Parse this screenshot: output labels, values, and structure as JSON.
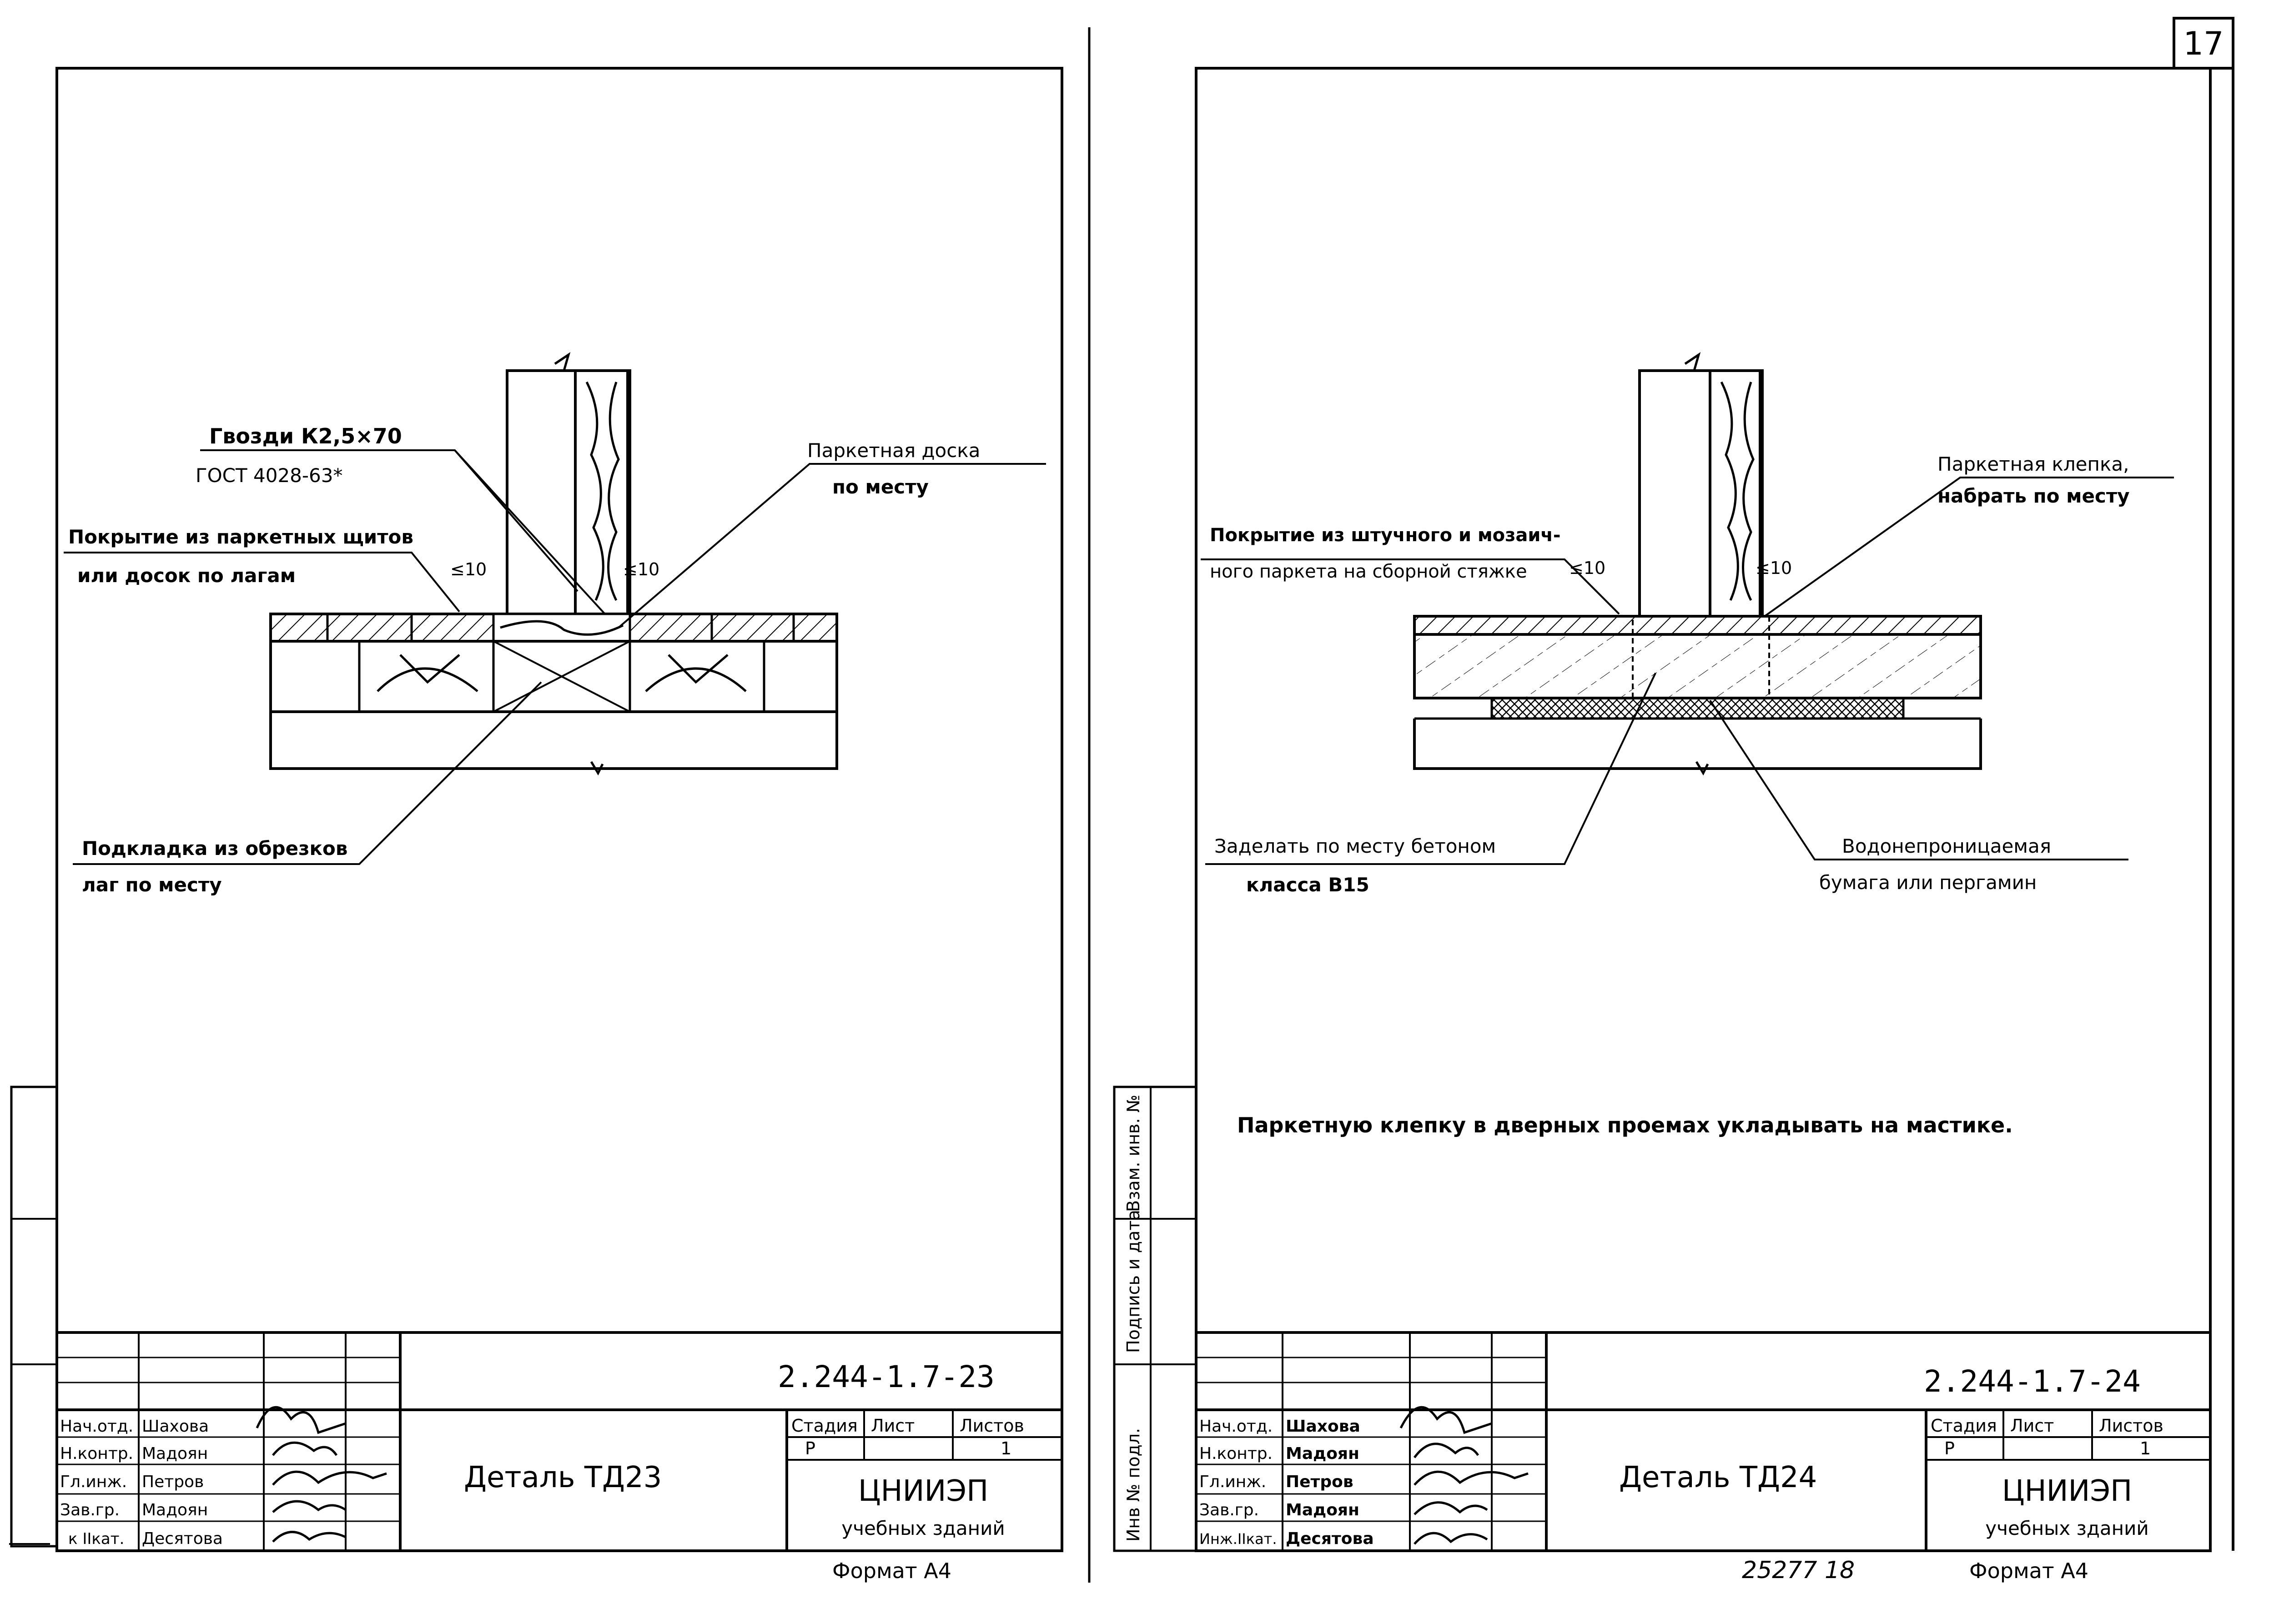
{
  "page_number": "17",
  "bottom_number": "25277   18",
  "left_sheet": {
    "labels": {
      "nails": "Гвозди К2,5×70",
      "gost": "ГОСТ 4028-63*",
      "parquet_board": "Паркетная доска",
      "in_place": "по месту",
      "cover_1": "Покрытие из паркетных щитов",
      "cover_2": "или досок по лагам",
      "gap_1": "≤10",
      "gap_2": "≤10",
      "pad_1": "Подкладка из обрезков",
      "pad_2": "лаг по месту"
    },
    "title_block": {
      "code": "2.244-1.7-23",
      "title": "Деталь ТД23",
      "stage_header": "Стадия",
      "sheet_header": "Лист",
      "sheets_header": "Листов",
      "stage": "Р",
      "sheets": "1",
      "org_1": "ЦНИИЭП",
      "org_2": "учебных зданий",
      "format": "Формат А4",
      "rows": [
        {
          "role": "Нач.отд.",
          "name": "Шахова"
        },
        {
          "role": "Н.контр.",
          "name": "Мадоян"
        },
        {
          "role": "Гл.инж.",
          "name": "Петров"
        },
        {
          "role": "Зав.гр.",
          "name": "Мадоян"
        },
        {
          "role": "к IIкат.",
          "name": "Десятова"
        }
      ]
    }
  },
  "right_sheet": {
    "labels": {
      "klepka_1": "Паркетная клепка,",
      "klepka_2": "набрать по месту",
      "cover_1": "Покрытие из штучного и мозаич-",
      "cover_2": "ного паркета на сборной стяжке",
      "gap_1": "≤10",
      "gap_2": "≤10",
      "concrete_1": "Заделать по месту бетоном",
      "concrete_2": "класса В15",
      "paper_1": "Водонепроницаемая",
      "paper_2": "бумага или пергамин",
      "note": "Паркетную клепку в дверных проемах укладывать на мастике."
    },
    "side_stamp": {
      "inv": "Инв № подл.",
      "sign": "Подпись и дата",
      "vzam": "Взам. инв. №"
    },
    "title_block": {
      "code": "2.244-1.7-24",
      "title": "Деталь ТД24",
      "stage_header": "Стадия",
      "sheet_header": "Лист",
      "sheets_header": "Листов",
      "stage": "Р",
      "sheets": "1",
      "org_1": "ЦНИИЭП",
      "org_2": "учебных зданий",
      "format": "Формат А4",
      "rows": [
        {
          "role": "Нач.отд.",
          "name": "Шахова"
        },
        {
          "role": "Н.контр.",
          "name": "Мадоян"
        },
        {
          "role": "Гл.инж.",
          "name": "Петров"
        },
        {
          "role": "Зав.гр.",
          "name": "Мадоян"
        },
        {
          "role": "Инж.IIкат.",
          "name": "Десятова"
        }
      ]
    }
  }
}
